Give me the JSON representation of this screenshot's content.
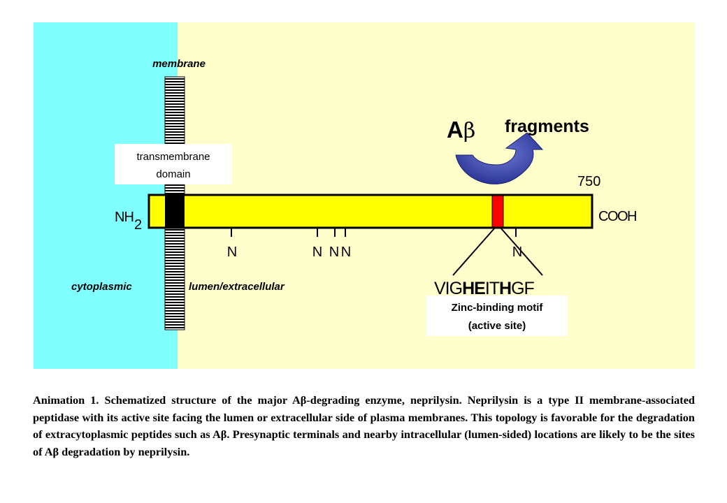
{
  "labels": {
    "membrane": "membrane",
    "transmembrane_line1": "transmembrane",
    "transmembrane_line2": "domain",
    "nh": "NH",
    "nh_sub": "2",
    "cooh": "COOH",
    "residue_count": "750",
    "cytoplasmic": "cytoplasmic",
    "lumen": "lumen/extracellular",
    "abeta_prefix": "A",
    "abeta_beta": "β",
    "fragments": "fragments",
    "motif_sequence": [
      "VIG",
      "HE",
      "IT",
      "H",
      "GF"
    ],
    "motif_box_line1": "Zinc-binding motif",
    "motif_box_line2": "(active site)",
    "glycosylation_sites": [
      "N",
      "N",
      "N",
      "N",
      "N"
    ]
  },
  "colors": {
    "cytoplasm": "#80ffff",
    "lumen": "#ffffcc",
    "protein": "#ffff00",
    "transmembrane": "#000000",
    "active_site": "#ff0000",
    "arrow": "#2e3192"
  },
  "caption": "Animation 1. Schematized structure of the major Aβ-degrading enzyme, neprilysin. Neprilysin is a type II membrane-associated peptidase with its active site facing the lumen or extracellular side of plasma membranes. This topology is favorable for the degradation of extracytoplasmic peptides such as Aβ. Presynaptic terminals and nearby intracellular (lumen-sided) locations are likely to be the sites of Aβ degradation by neprilysin."
}
